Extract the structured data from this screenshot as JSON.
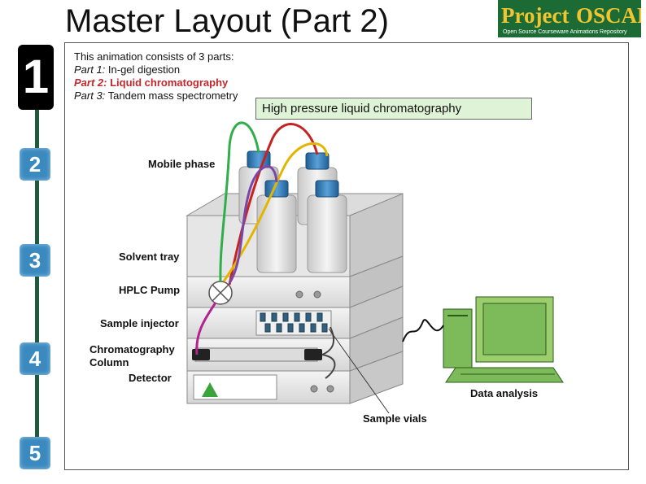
{
  "title": "Master Layout (Part 2)",
  "logo": {
    "word1": "Project",
    "word2": "OSCAR",
    "tagline": "Open Source Courseware Animations Repository"
  },
  "steps": [
    "1",
    "2",
    "3",
    "4",
    "5"
  ],
  "intro": {
    "line1": "This animation consists of 3 parts:",
    "part1_label": "Part 1:",
    "part1_text": " In-gel digestion",
    "part2_label": "Part 2:",
    "part2_text": " Liquid chromatography",
    "part3_label": "Part 3:",
    "part3_text": " Tandem mass spectrometry"
  },
  "banner": "High pressure liquid chromatography",
  "labels": {
    "mobile_phase": "Mobile phase",
    "solvent_tray": "Solvent tray",
    "hplc_pump": "HPLC Pump",
    "sample_injector": "Sample injector",
    "column_line1": "Chromatography",
    "column_line2": "Column",
    "detector": "Detector",
    "data_analysis": "Data analysis",
    "sample_vials": "Sample vials"
  },
  "colors": {
    "active_step": "#000000",
    "step": "#3a8ac0",
    "banner_bg": "#dff3d6",
    "highlight_text": "#c0282d",
    "computer": "#7dbb5a",
    "logo_bg": "#1c6b35",
    "logo_text": "#f2c530"
  }
}
